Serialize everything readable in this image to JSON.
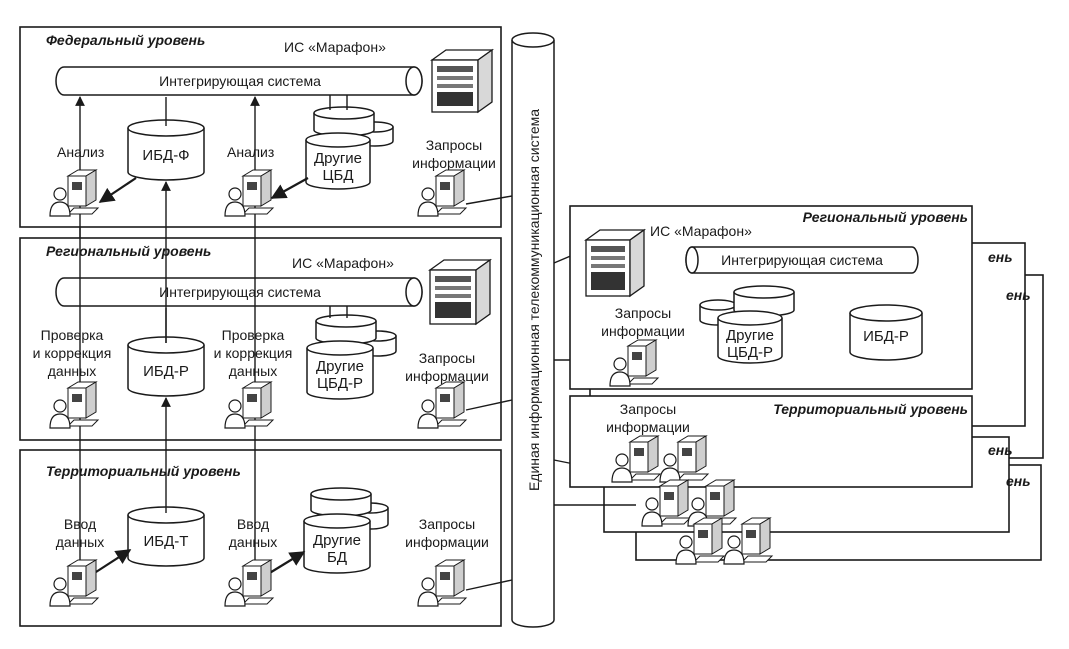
{
  "colors": {
    "ink": "#1a1a1a",
    "paper": "#ffffff",
    "shade": "#d8d8d8"
  },
  "bus": {
    "label": "Единая информационная телекоммуникационная система"
  },
  "federal": {
    "title": "Федеральный уровень",
    "is_marafon": "ИС «Марафон»",
    "integrating": "Интегрирующая система",
    "ibd": "ИБД-Ф",
    "other_db": [
      "Другие",
      "ЦБД"
    ],
    "analysis_left": "Анализ",
    "analysis_right": "Анализ",
    "requests": [
      "Запросы",
      "информации"
    ]
  },
  "regional": {
    "title": "Региональный уровень",
    "is_marafon": "ИС «Марафон»",
    "integrating": "Интегрирующая система",
    "ibd": "ИБД-Р",
    "other_db": [
      "Другие",
      "ЦБД-Р"
    ],
    "check_left": [
      "Проверка",
      "и коррекция",
      "данных"
    ],
    "check_right": [
      "Проверка",
      "и коррекция",
      "данных"
    ],
    "requests": [
      "Запросы",
      "информации"
    ]
  },
  "territorial": {
    "title": "Территориальный уровень",
    "ibd": "ИБД-Т",
    "other_db": [
      "Другие",
      "БД"
    ],
    "input_left": [
      "Ввод",
      "данных"
    ],
    "input_right": [
      "Ввод",
      "данных"
    ],
    "requests": [
      "Запросы",
      "информации"
    ]
  },
  "right_regional": {
    "title": "Региональный уровень",
    "is_marafon": "ИС «Марафон»",
    "integrating": "Интегрирующая система",
    "ibd": "ИБД-Р",
    "other_db": [
      "Другие",
      "ЦБД-Р"
    ],
    "requests": [
      "Запросы",
      "информации"
    ],
    "stack_fragments": [
      "ень",
      "ень"
    ]
  },
  "right_territorial": {
    "title": "Территориальный уровень",
    "requests": [
      "Запросы",
      "информации"
    ],
    "stack_fragments": [
      "ень",
      "ень"
    ]
  }
}
